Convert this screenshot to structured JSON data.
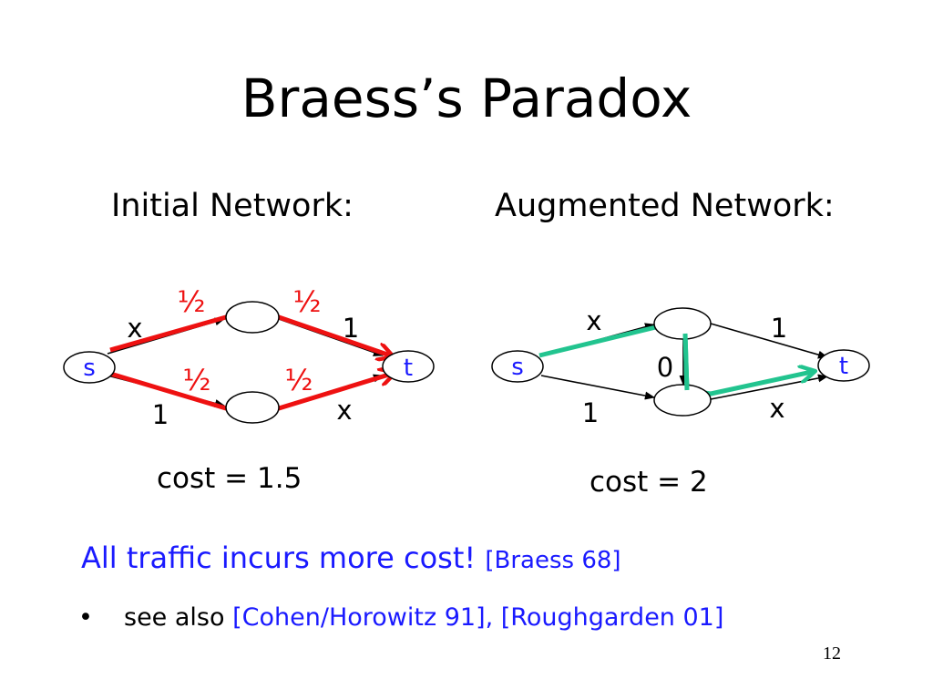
{
  "title": "Braess’s Paradox",
  "initial": {
    "heading": "Initial Network:",
    "source": "s",
    "sink": "t",
    "edge_top_left": "x",
    "edge_top_right": "1",
    "edge_bottom_left": "1",
    "edge_bottom_right": "x",
    "flow_fraction": "½",
    "cost": "cost = 1.5",
    "flow_color": "#ee1111"
  },
  "augmented": {
    "heading": "Augmented Network:",
    "source": "s",
    "sink": "t",
    "edge_top_left": "x",
    "edge_top_right": "1",
    "edge_bottom_left": "1",
    "edge_bottom_right": "x",
    "edge_middle": "0",
    "cost": "cost = 2",
    "flow_color": "#22c48f"
  },
  "conclusion": {
    "text": "All traffic incurs more cost!",
    "ref": "[Braess 68]"
  },
  "bullet": {
    "marker": "•",
    "text": "see also",
    "refs": "[Cohen/Horowitz 91], [Roughgarden 01]"
  },
  "slide_number": "12",
  "colors": {
    "accent_blue": "#1a1aff",
    "red": "#ee1111",
    "teal": "#22c48f"
  }
}
